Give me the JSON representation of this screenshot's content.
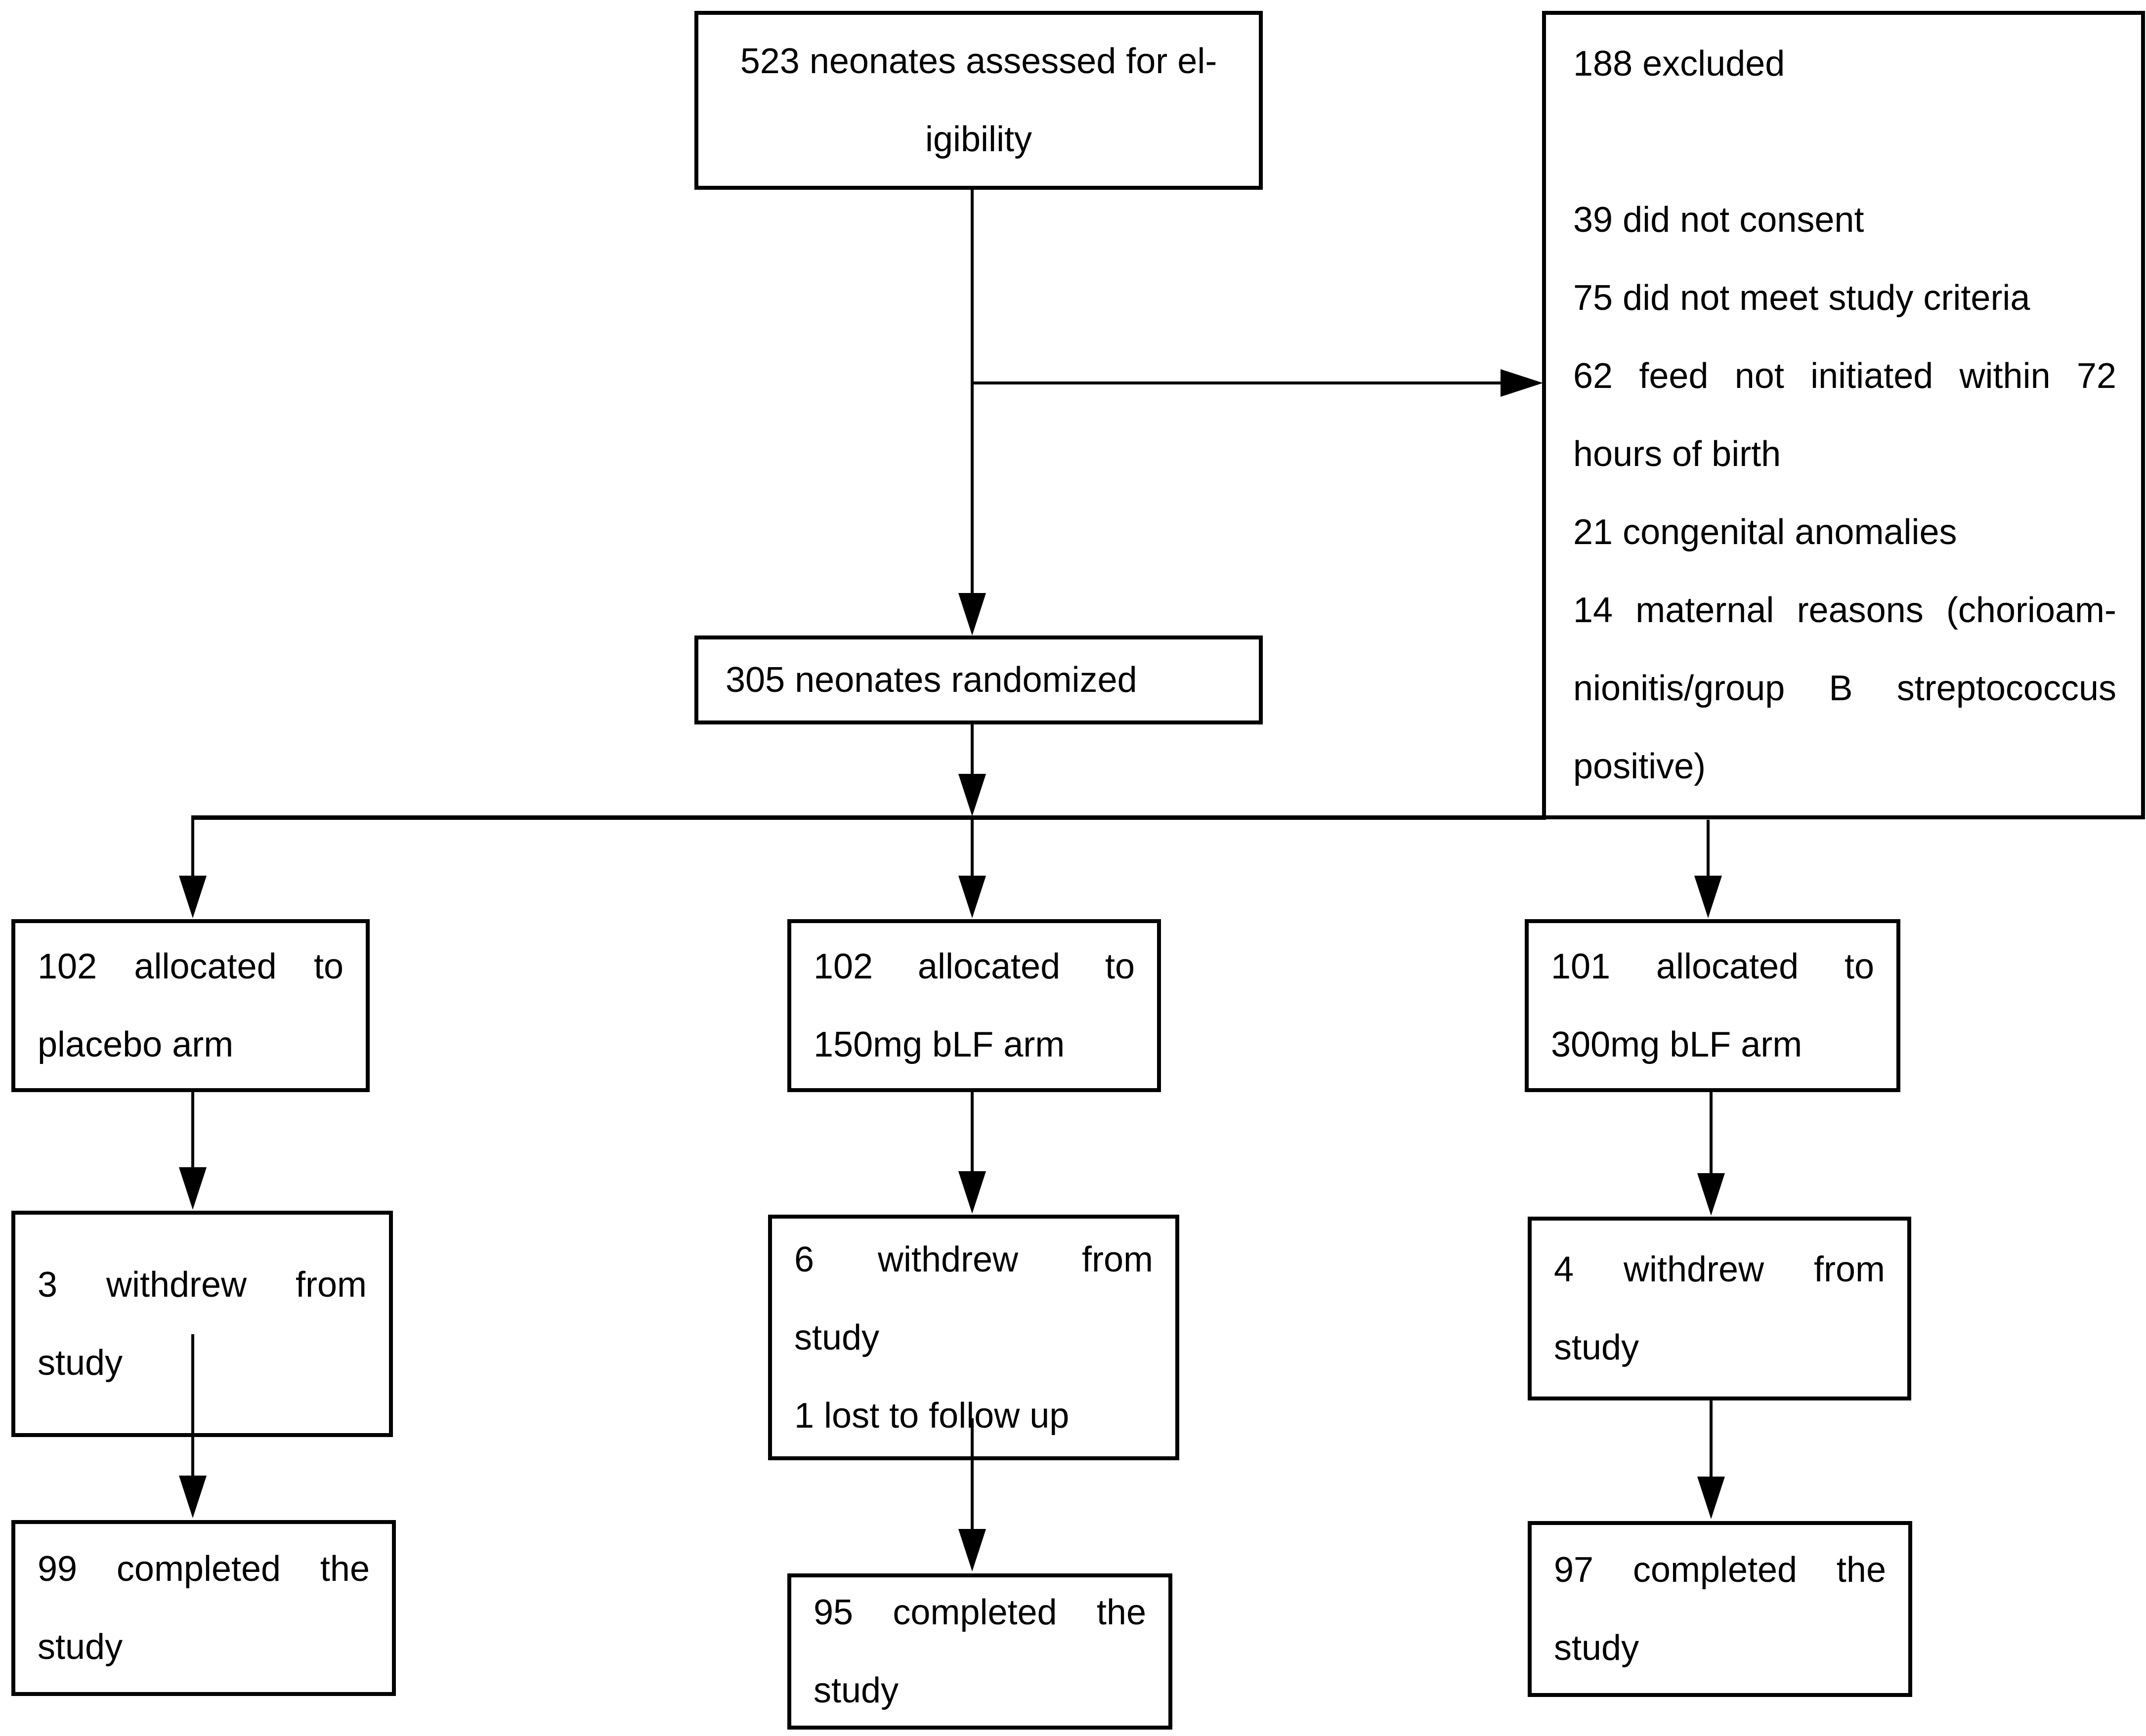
{
  "colors": {
    "line-color": "#000000",
    "bg-color": "#ffffff"
  },
  "boxes": {
    "assessed": {
      "lines": [
        "523 neonates assessed for el-",
        "igibility"
      ]
    },
    "excluded": {
      "title": "188 excluded",
      "items": [
        "39 did not consent",
        "75 did not meet study criteria",
        "62 feed not initiated within 72",
        "hours of birth",
        "21 congenital anomalies",
        "14 maternal reasons (chorioam-",
        "nionitis/group B streptococcus",
        "positive)"
      ]
    },
    "randomized": {
      "lines": [
        "305 neonates randomized"
      ]
    },
    "placebo": {
      "allocated": [
        "102 allocated to",
        "placebo arm"
      ],
      "withdrew": [
        "3 withdrew from",
        "study"
      ],
      "completed": [
        "99 completed the",
        "study"
      ]
    },
    "blf150": {
      "allocated": [
        "102 allocated to",
        "150mg bLF arm"
      ],
      "withdrew": [
        "6 withdrew from",
        "study",
        "1 lost to follow up"
      ],
      "completed": [
        "95 completed the",
        "study"
      ]
    },
    "blf300": {
      "allocated": [
        "101 allocated to",
        "300mg bLF arm"
      ],
      "withdrew": [
        "4 withdrew from",
        "study"
      ],
      "completed": [
        "97 completed the",
        "study"
      ]
    }
  }
}
